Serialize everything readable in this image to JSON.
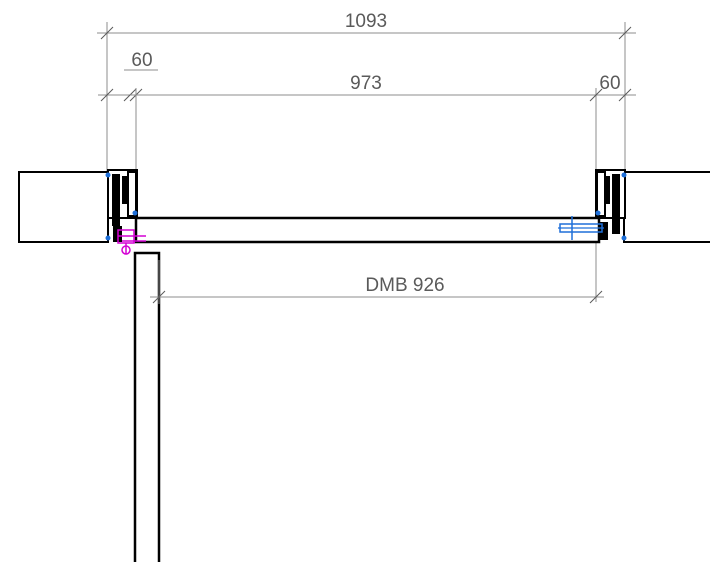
{
  "drawing": {
    "dimensions": {
      "overall": "1093",
      "frame_left": "60",
      "clear_opening": "973",
      "frame_right": "60",
      "door_leaf": "DMB 926"
    },
    "colors": {
      "dimension_text": "#5a5a5a",
      "dimension_line": "#8c8c8c",
      "outline": "#000000",
      "hinge": "#d400d4",
      "handle": "#1e6fd9",
      "anchor_points": "#1e6fd9"
    }
  }
}
